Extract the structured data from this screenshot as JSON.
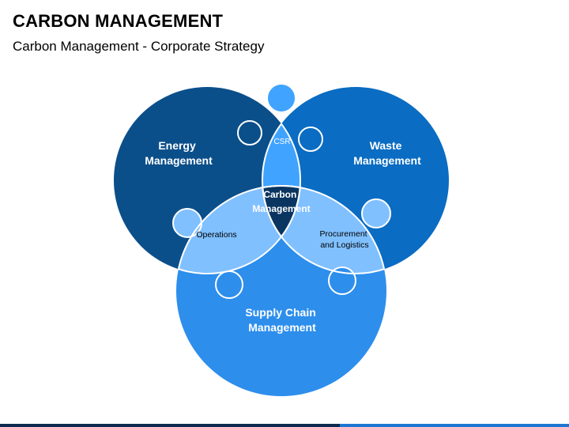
{
  "header": {
    "title": "CARBON MANAGEMENT",
    "subtitle": "Carbon Management - Corporate Strategy"
  },
  "diagram": {
    "energy": {
      "line1": "Energy",
      "line2": "Management"
    },
    "waste": {
      "line1": "Waste",
      "line2": "Management"
    },
    "supply": {
      "line1": "Supply Chain",
      "line2": "Management"
    },
    "csr": "CSR",
    "operations": "Operations",
    "procurement": {
      "line1": "Procurement",
      "line2": "and Logistics"
    },
    "center": {
      "line1": "Carbon",
      "line2": "Management"
    }
  },
  "colors": {
    "energy": "#0B4F8A",
    "waste": "#0A6CC2",
    "supply": "#2D8EEC",
    "petal_light": "#80C0FF",
    "csr": "#3FA3FF",
    "center": "#0A3560",
    "bar_dark": "#0B2A4E",
    "bar_blue": "#1E78D2"
  }
}
